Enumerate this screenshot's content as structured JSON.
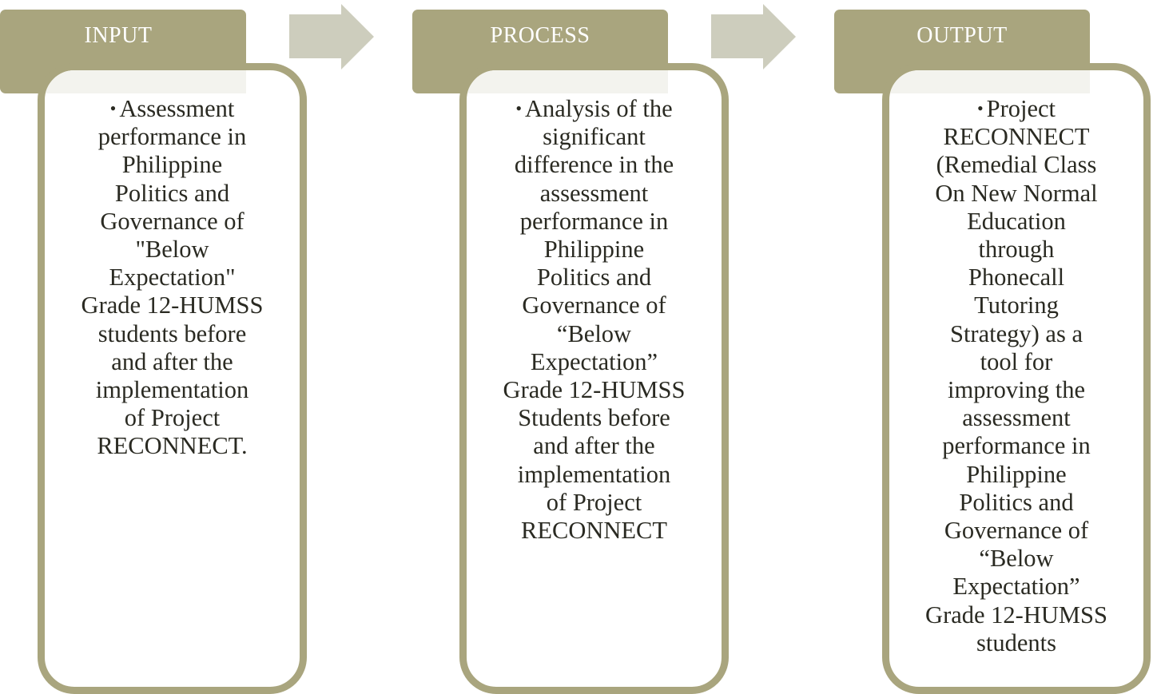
{
  "colors": {
    "accent": "#a9a57e",
    "arrow": "#cdcdbd",
    "tint": "#f3f3ee",
    "text": "#2a2a22",
    "header_text": "#ffffff"
  },
  "columns": [
    {
      "header": "INPUT",
      "bullet": "•",
      "text": "Assessment\nperformance in\nPhilippine\nPolitics and\nGovernance of\n\"Below\nExpectation\"\nGrade 12-HUMSS\nstudents  before\nand after the\nimplementation\nof Project\nRECONNECT."
    },
    {
      "header": "PROCESS",
      "bullet": "•",
      "text": "Analysis of the\nsignificant\ndifference in the\nassessment\nperformance in\nPhilippine\nPolitics and\nGovernance  of\n“Below\nExpectation”\nGrade 12-HUMSS\nStudents before\nand after the\nimplementation\nof Project\nRECONNECT"
    },
    {
      "header": "OUTPUT",
      "bullet": "•",
      "text": "Project\nRECONNECT\n(Remedial Class\nOn  New Normal\nEducation\nthrough\nPhonecall\nTutoring\nStrategy) as a\ntool for\nimproving the\nassessment\nperformance in\nPhilippine\nPolitics and\nGovernance of\n“Below\nExpectation”\nGrade 12-HUMSS\nstudents"
    }
  ],
  "arrows": [
    {
      "icon": "right-arrow-icon",
      "from": "INPUT",
      "to": "PROCESS"
    },
    {
      "icon": "right-arrow-icon",
      "from": "PROCESS",
      "to": "OUTPUT"
    }
  ]
}
